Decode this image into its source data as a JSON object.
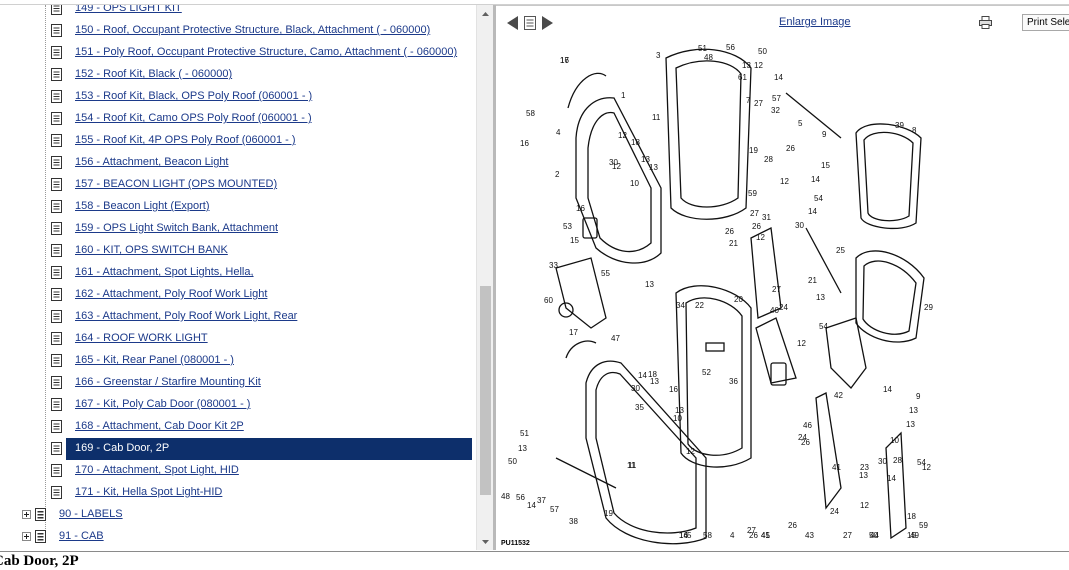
{
  "tree": {
    "items": [
      {
        "label": "149 - OPS LIGHT KIT",
        "selected": false
      },
      {
        "label": "150 - Roof, Occupant Protective Structure, Black, Attachment ( - 060000)",
        "selected": false
      },
      {
        "label": "151 - Poly Roof, Occupant Protective Structure, Camo, Attachment ( - 060000)",
        "selected": false
      },
      {
        "label": "152 - Roof Kit, Black ( - 060000)",
        "selected": false
      },
      {
        "label": "153 - Roof Kit, Black, OPS Poly Roof (060001 - )",
        "selected": false
      },
      {
        "label": "154 - Roof Kit, Camo OPS Poly Roof (060001 - )",
        "selected": false
      },
      {
        "label": "155 - Roof Kit, 4P OPS Poly Roof (060001 - )",
        "selected": false
      },
      {
        "label": "156 - Attachment, Beacon Light",
        "selected": false
      },
      {
        "label": "157 - BEACON LIGHT (OPS MOUNTED)",
        "selected": false
      },
      {
        "label": "158 - Beacon Light (Export)",
        "selected": false
      },
      {
        "label": "159 - OPS Light Switch Bank, Attachment",
        "selected": false
      },
      {
        "label": "160 - KIT, OPS SWITCH BANK",
        "selected": false
      },
      {
        "label": "161 - Attachment, Spot Lights, Hella,",
        "selected": false
      },
      {
        "label": "162 - Attachment, Poly Roof Work Light",
        "selected": false
      },
      {
        "label": "163 - Attachment, Poly Roof Work Light, Rear",
        "selected": false
      },
      {
        "label": "164 - ROOF WORK LIGHT",
        "selected": false
      },
      {
        "label": "165 - Kit, Rear Panel (080001 - )",
        "selected": false
      },
      {
        "label": "166 - Greenstar / Starfire Mounting Kit",
        "selected": false
      },
      {
        "label": "167 - Kit, Poly Cab Door (080001 - )",
        "selected": false
      },
      {
        "label": "168 - Attachment, Cab Door Kit 2P",
        "selected": false
      },
      {
        "label": "169 - Cab Door, 2P",
        "selected": true
      },
      {
        "label": "170 - Attachment, Spot Light, HID",
        "selected": false
      },
      {
        "label": "171 - Kit, Hella Spot Light-HID",
        "selected": false
      }
    ],
    "categories": [
      {
        "label": "90 - LABELS"
      },
      {
        "label": "91 - CAB"
      }
    ]
  },
  "viewer": {
    "enlarge_label": "Enlarge Image",
    "print_label": "Print Selected",
    "diagram_code": "PU11532",
    "callouts": [
      "17",
      "1",
      "3",
      "51",
      "56",
      "50",
      "48",
      "61",
      "13",
      "12",
      "14",
      "7",
      "57",
      "27",
      "32",
      "5",
      "58",
      "4",
      "16",
      "11",
      "12",
      "30",
      "18",
      "13",
      "12",
      "13",
      "10",
      "2",
      "16",
      "53",
      "15",
      "33",
      "55",
      "13",
      "60",
      "47",
      "17",
      "34",
      "22",
      "20",
      "24",
      "25",
      "29",
      "39",
      "8",
      "9",
      "19",
      "26",
      "28",
      "15",
      "59",
      "12",
      "14",
      "54",
      "27",
      "31",
      "26",
      "26",
      "21",
      "30",
      "12",
      "14",
      "27",
      "21",
      "13",
      "54",
      "40",
      "12",
      "52",
      "36",
      "16",
      "13",
      "10",
      "14",
      "42",
      "46",
      "24",
      "26",
      "41",
      "23",
      "30",
      "28",
      "54",
      "14",
      "13",
      "12",
      "35",
      "11",
      "13",
      "51",
      "50",
      "48",
      "56",
      "14",
      "37",
      "57",
      "38",
      "19",
      "11",
      "4",
      "16",
      "58",
      "27",
      "45",
      "26",
      "26",
      "41",
      "43",
      "27",
      "24",
      "44",
      "49",
      "50",
      "18",
      "15",
      "59",
      "12",
      "13",
      "9",
      "13",
      "10",
      "14",
      "18",
      "30",
      "13",
      "12",
      "5",
      "14",
      "16"
    ]
  },
  "bottom_title": "Cab Door, 2P",
  "colors": {
    "link": "#1c3a8a",
    "selection": "#0d2f6b",
    "scroll_thumb": "#c2c2c2"
  }
}
